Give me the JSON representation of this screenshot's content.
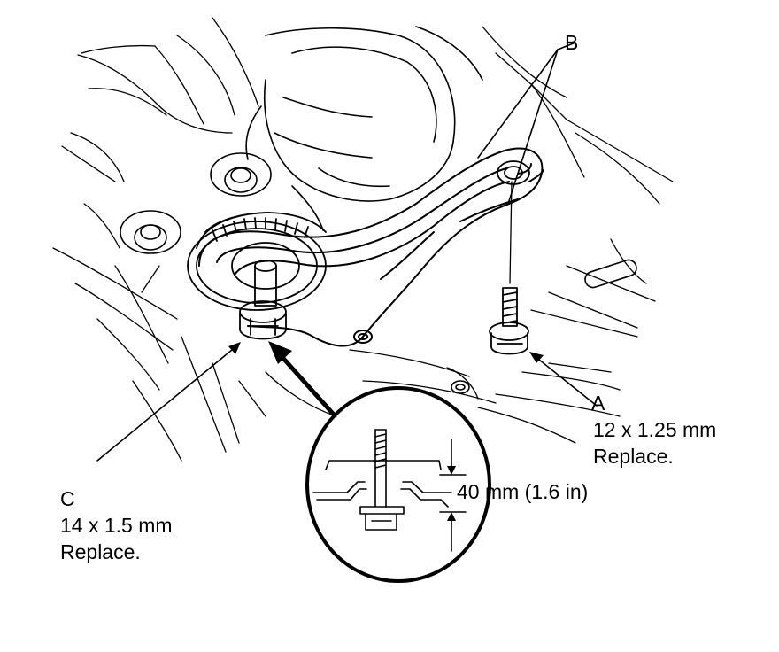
{
  "callouts": {
    "a": {
      "letter": "A",
      "size": "12 x 1.25 mm",
      "note": "Replace."
    },
    "b": {
      "letter": "B"
    },
    "c": {
      "letter": "C",
      "size": "14 x 1.5 mm",
      "note": "Replace."
    }
  },
  "inset": {
    "dimension": "40 mm (1.6 in)"
  },
  "colors": {
    "line": "#000000",
    "background": "#ffffff"
  }
}
